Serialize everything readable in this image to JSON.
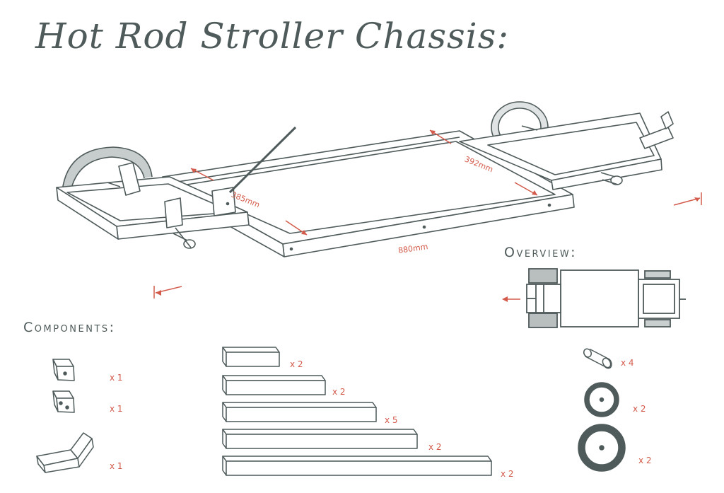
{
  "title": "Hot Rod Stroller Chassis:",
  "overview_label": "Overview:",
  "components_label": "Components:",
  "dimensions": {
    "length": "880mm",
    "width": "392mm",
    "inner": "385mm"
  },
  "components": [
    {
      "name": "spacer-block-a",
      "qty": "x 1"
    },
    {
      "name": "spacer-block-b",
      "qty": "x 1"
    },
    {
      "name": "handle-bracket",
      "qty": "x 1"
    },
    {
      "name": "beam-1",
      "qty": "x 2"
    },
    {
      "name": "beam-2",
      "qty": "x 2"
    },
    {
      "name": "beam-3",
      "qty": "x 5"
    },
    {
      "name": "beam-4",
      "qty": "x 2"
    },
    {
      "name": "beam-5",
      "qty": "x 2"
    },
    {
      "name": "axle",
      "qty": "x 4"
    },
    {
      "name": "small-wheel",
      "qty": "x 2"
    },
    {
      "name": "large-wheel",
      "qty": "x 2"
    }
  ],
  "colors": {
    "ink": "#4f5a5a",
    "accent": "#d35a4a"
  }
}
